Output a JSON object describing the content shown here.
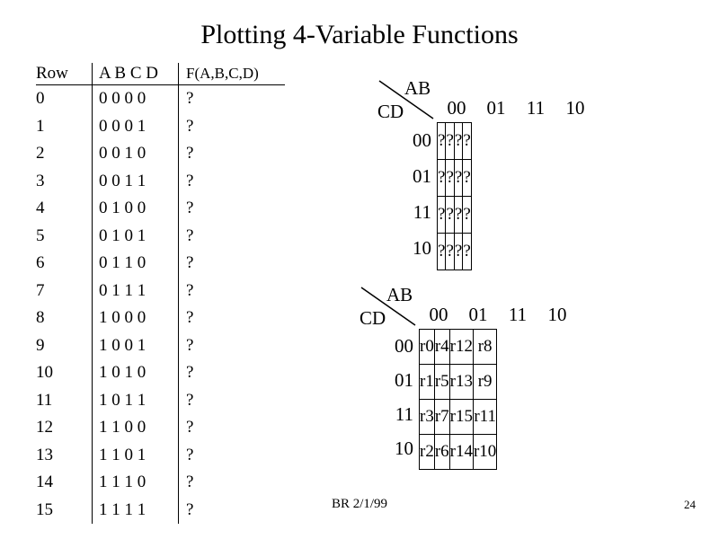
{
  "title": "Plotting 4-Variable Functions",
  "truth_table": {
    "headers": [
      "Row",
      "A B  C D",
      "F(A,B,C,D)"
    ],
    "rows": [
      {
        "row": "0",
        "inputs": "0 0  0 0",
        "out": "?"
      },
      {
        "row": "1",
        "inputs": "0 0  0 1",
        "out": "?"
      },
      {
        "row": "2",
        "inputs": "0 0  1 0",
        "out": "?"
      },
      {
        "row": "3",
        "inputs": "0 0  1 1",
        "out": "?"
      },
      {
        "row": "4",
        "inputs": "0 1  0 0",
        "out": "?"
      },
      {
        "row": "5",
        "inputs": "0 1  0 1",
        "out": "?"
      },
      {
        "row": "6",
        "inputs": "0 1  1 0",
        "out": "?"
      },
      {
        "row": "7",
        "inputs": "0 1  1 1",
        "out": "?"
      },
      {
        "row": "8",
        "inputs": "1 0  0 0",
        "out": "?"
      },
      {
        "row": "9",
        "inputs": "1 0  0 1",
        "out": "?"
      },
      {
        "row": "10",
        "inputs": "1 0  1 0",
        "out": "?"
      },
      {
        "row": "11",
        "inputs": "1 0  1 1",
        "out": "?"
      },
      {
        "row": "12",
        "inputs": "1 1  0 0",
        "out": "?"
      },
      {
        "row": "13",
        "inputs": "1 1  0 1",
        "out": "?"
      },
      {
        "row": "14",
        "inputs": "1 1  1 0",
        "out": "?"
      },
      {
        "row": "15",
        "inputs": "1 1  1 1",
        "out": "?"
      }
    ]
  },
  "kmap_question": {
    "ab_label": "AB",
    "cd_label": "CD",
    "col_headers": [
      "00",
      "01",
      "11",
      "10"
    ],
    "row_headers": [
      "00",
      "01",
      "11",
      "10"
    ],
    "cells": [
      [
        "?",
        "?",
        "?",
        "?"
      ],
      [
        "?",
        "?",
        "?",
        "?"
      ],
      [
        "?",
        "?",
        "?",
        "?"
      ],
      [
        "?",
        "?",
        "?",
        "?"
      ]
    ]
  },
  "kmap_rows": {
    "ab_label": "AB",
    "cd_label": "CD",
    "col_headers": [
      "00",
      "01",
      "11",
      "10"
    ],
    "row_headers": [
      "00",
      "01",
      "11",
      "10"
    ],
    "cells": [
      [
        "r0",
        "r4",
        "r12",
        "r8"
      ],
      [
        "r1",
        "r5",
        "r13",
        "r9"
      ],
      [
        "r3",
        "r7",
        "r15",
        "r11"
      ],
      [
        "r2",
        "r6",
        "r14",
        "r10"
      ]
    ]
  },
  "footer": {
    "date": "BR 2/1/99",
    "page": "24"
  }
}
